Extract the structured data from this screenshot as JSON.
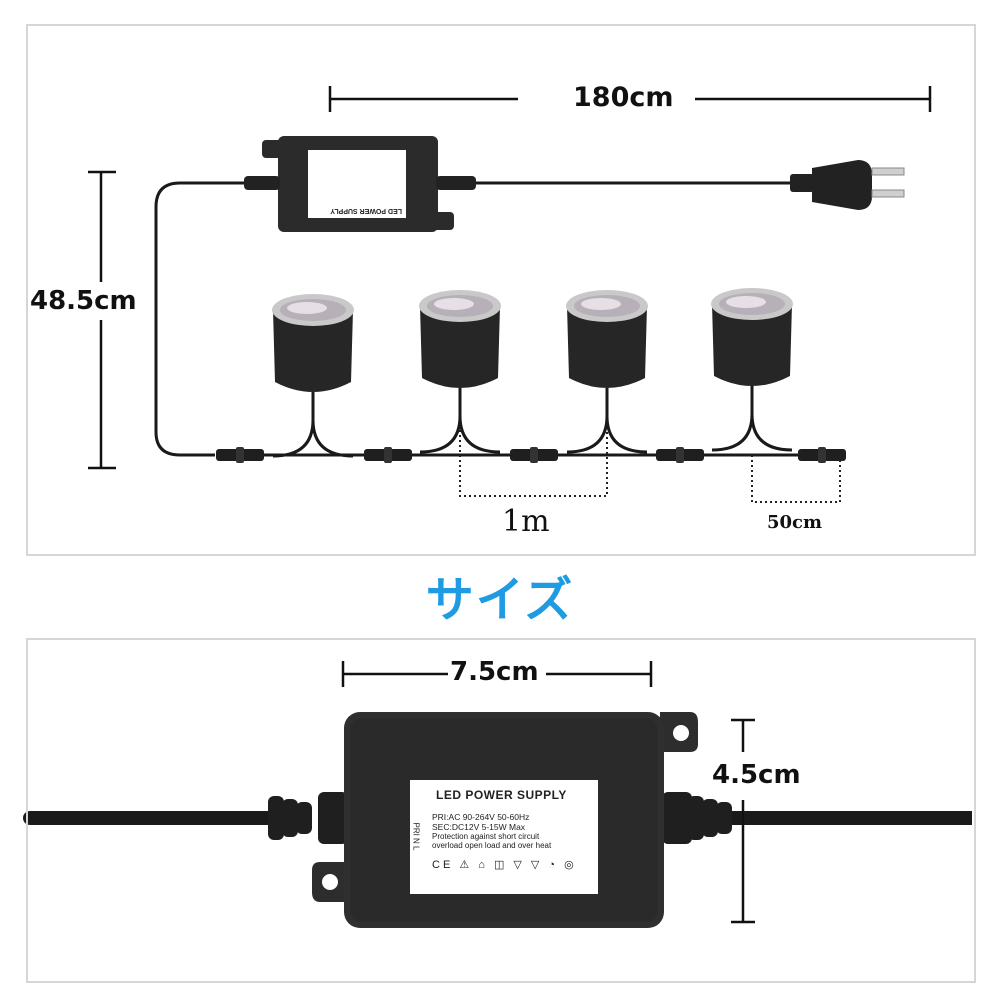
{
  "top_diagram": {
    "cable_length": "180cm",
    "height_dimension": "48.5cm",
    "spacing_between_lights": "1m",
    "tail_length": "50cm",
    "light_count": 4,
    "small_label": {
      "title": "LED POWER SUPPLY"
    }
  },
  "section_heading": "サイズ",
  "bottom_diagram": {
    "width_dimension": "7.5cm",
    "height_dimension": "4.5cm",
    "label": {
      "title": "LED POWER SUPPLY",
      "pri": "PRI:AC 90-264V  50-60Hz",
      "sec": "SEC:DC12V        5-15W Max",
      "protection1": "Protection against short circuit",
      "protection2": "overload open load and over heat",
      "side_left": "PRI N L",
      "certifications": "CE ⚠ ⌂ ◫ ▽ ▽ ◔ ◎"
    }
  },
  "colors": {
    "heading": "#1e9be3",
    "device": "#2b2b2b",
    "cable": "#1a1a1a",
    "light_ring": "#c9c9c9"
  }
}
